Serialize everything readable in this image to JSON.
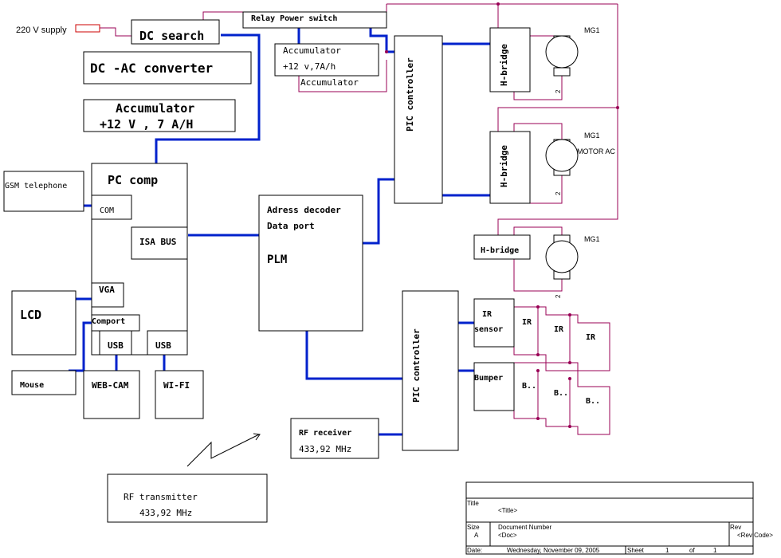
{
  "blocks": {
    "supply_label": "220 V supply",
    "dc_search": "DC search",
    "dc_ac": "DC -AC converter",
    "acc_main_l1": "Accumulator",
    "acc_main_l2": "+12 V , 7 A/H",
    "gsm": "GSM telephone",
    "pc_comp": "PC comp",
    "com": "COM",
    "isa_bus": "ISA BUS",
    "vga": "VGA",
    "comport": "Comport",
    "usb1": "USB",
    "usb2": "USB",
    "lcd": "LCD",
    "mouse": "Mouse",
    "webcam": "WEB-CAM",
    "wifi": "WI-FI",
    "relay": "Relay Power switch",
    "acc2_l1": "Accumulator",
    "acc2_l2": "+12 v,7A/h",
    "acc2_label": "Accumulator",
    "pic1": "PIC controller",
    "pic2": "PIC controller",
    "decoder_l1": "Adress decoder",
    "decoder_l2": "Data port",
    "plm": "PLM",
    "hbridge1": "H-bridge",
    "hbridge2": "H-bridge",
    "hbridge3": "H-bridge",
    "mg1_a": "MG1",
    "mg1_b": "MG1",
    "mg1_c": "MG1",
    "motor_ac": "MOTOR AC",
    "pin_a": "2",
    "pin_b": "2",
    "pin_c": "2",
    "ir_sensor_l1": "IR",
    "ir_sensor_l2": "sensor",
    "ir2": "IR",
    "ir3": "IR",
    "ir4": "IR",
    "bumper": "Bumper",
    "b2": "B..",
    "b3": "B..",
    "b4": "B..",
    "rf_rx_l1": "RF receiver",
    "rf_rx_l2": "433,92 MHz",
    "rf_tx_l1": "RF  transmitter",
    "rf_tx_l2": "433,92 MHz"
  },
  "title_block": {
    "title_label": "Title",
    "title_value": "<Title>",
    "size_label": "Size",
    "size_value": "A",
    "docnum_label": "Document Number",
    "docnum_value": "<Doc>",
    "rev_label": "Rev",
    "rev_value": "<Rev Code>",
    "date_label": "Date:",
    "date_value": "Wednesday, November 09, 2005",
    "sheet_label": "Sheet",
    "sheet_num": "1",
    "of_label": "of",
    "sheet_total": "1"
  },
  "colors": {
    "bus": "#0022cc",
    "wire": "#990055",
    "outline": "#000000",
    "resistor": "#cc0000"
  }
}
